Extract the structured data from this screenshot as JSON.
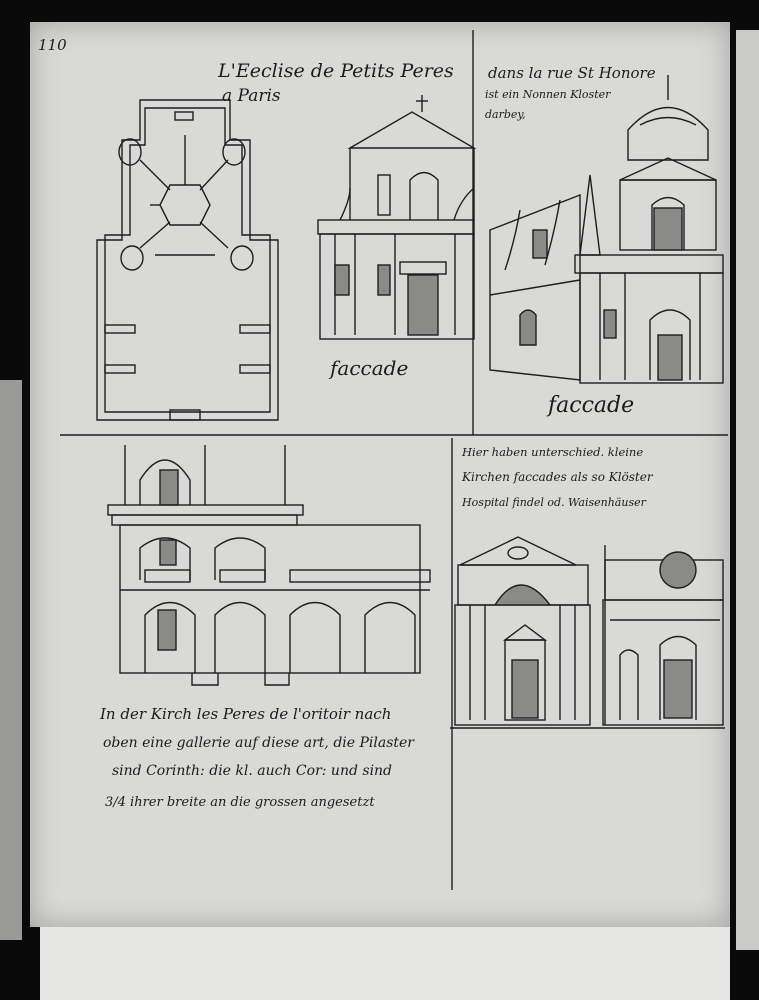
{
  "page_number": "110",
  "top_left": {
    "title_line1": "L'Eeclise de Petits Peres",
    "title_line2": "a Paris",
    "facade_label": "faccade"
  },
  "top_right": {
    "note_line1": "dans la rue St Honore",
    "note_line2": "ist ein Nonnen Kloster",
    "note_line3": "darbey,",
    "facade_label": "faccade"
  },
  "bottom_right": {
    "note_line1": "Hier haben unterschied. kleine",
    "note_line2": "Kirchen faccades als so Klöster",
    "note_line3": "Hospital findel od. Waisenhäuser"
  },
  "bottom_left": {
    "note_line1": "In der Kirch les Peres de l'oritoir nach",
    "note_line2": "oben eine gallerie auf diese art, die Pilaster",
    "note_line3": "sind Corinth: die kl. auch Cor: und sind",
    "note_line4": "3/4 ihrer breite an die grossen angesetzt"
  },
  "colors": {
    "paper": "#d9d9d7",
    "ink": "#1c1c1c",
    "background": "#0a0a0a"
  }
}
